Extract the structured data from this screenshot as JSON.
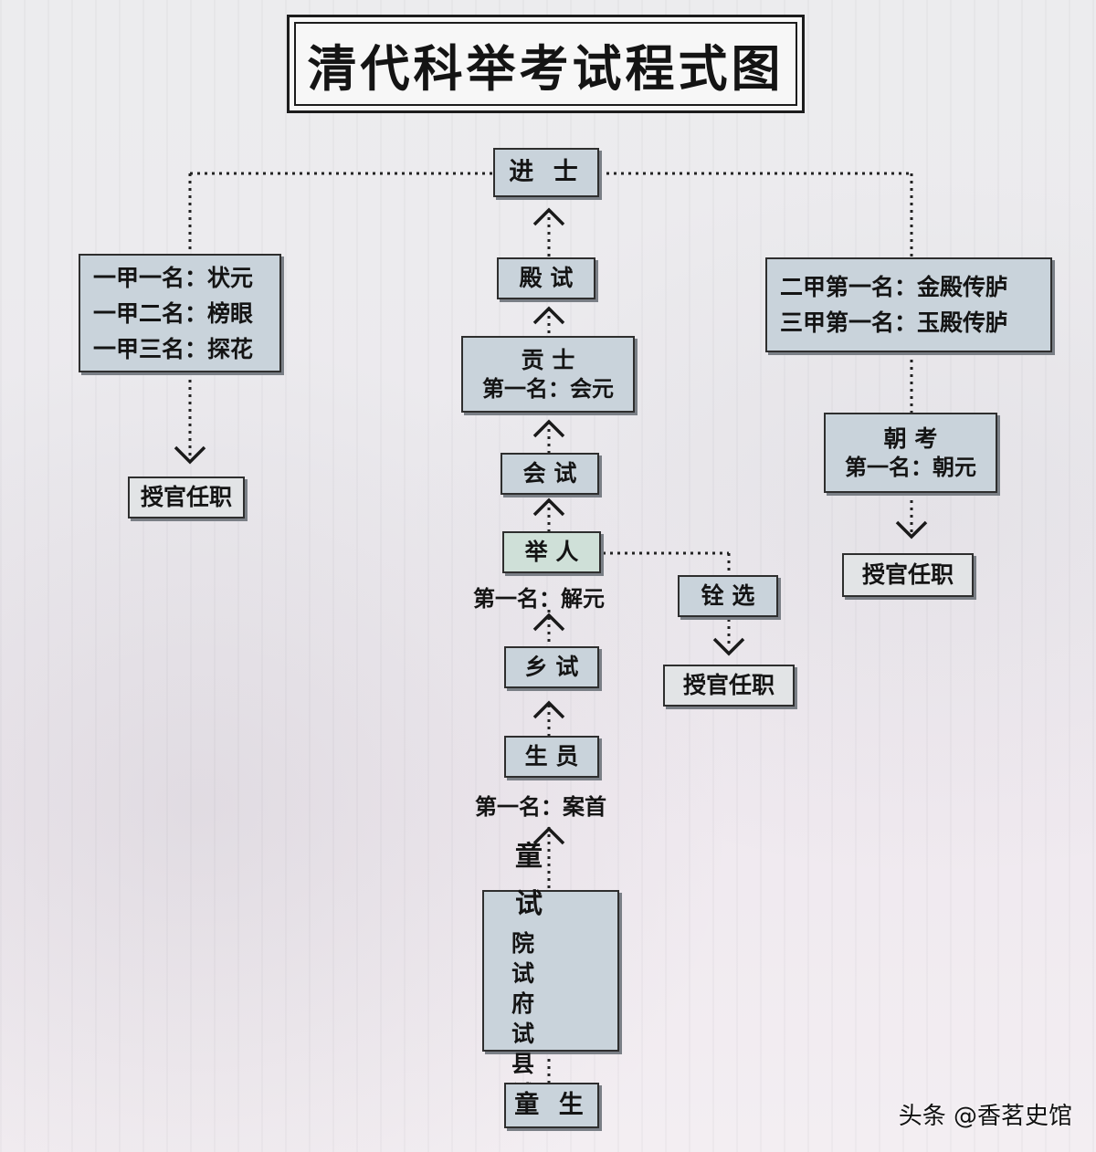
{
  "title": "清代科举考试程式图",
  "nodes": {
    "jinshi": "进 士",
    "dianshi": "殿 试",
    "gongshi": "贡 士",
    "gongshi_first": "第一名：会元",
    "huishi": "会 试",
    "juren": "举 人",
    "juren_first": "第一名：解元",
    "xiangshi": "乡 试",
    "shengyuan": "生 员",
    "shengyuan_first": "第一名：案首",
    "tongshi": "童 试",
    "tongshi_sub": [
      "院 试",
      "府 试",
      "县 试"
    ],
    "tongsheng": "童 生",
    "quanxuan": "铨 选",
    "chaokao": "朝 考",
    "chaokao_first": "第一名：朝元"
  },
  "left_ranks": [
    "一甲一名：状元",
    "一甲二名：榜眼",
    "一甲三名：探花"
  ],
  "right_ranks": [
    "二甲第一名：金殿传胪",
    "三甲第一名：玉殿传胪"
  ],
  "appointment": "授官任职",
  "watermark": "头条 @香茗史馆"
}
